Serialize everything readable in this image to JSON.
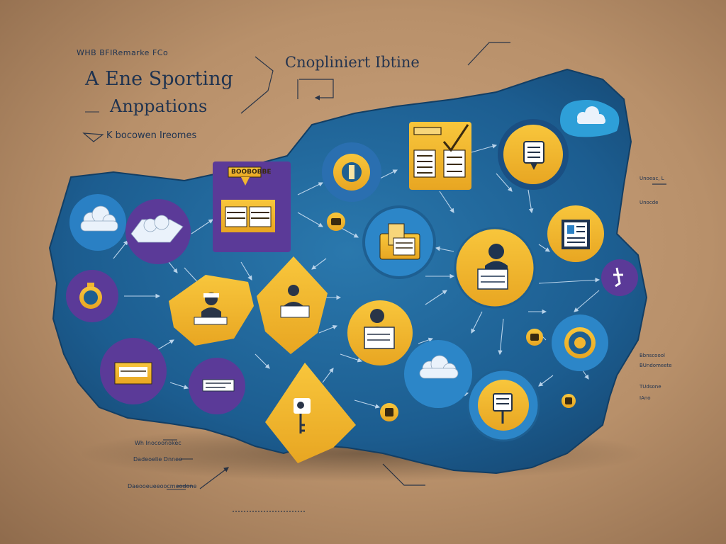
{
  "header": {
    "top_caption": "WHB BFIRemarke FCo",
    "title_line1": "A Ene Sporting",
    "title_line2": "Anppations",
    "sub_caption": "K bocowen Ireomes",
    "right_title": "Cnopliniert Ibtine"
  },
  "badge": {
    "label": "BOOBOBBE"
  },
  "footnotes": [
    "Wh Inocoonokec",
    "Dadeoelie Dnnee",
    "Daeooeueeoocmeodone"
  ],
  "side_notes": [
    "Unoeac, L",
    "Unocde",
    "Bbnscoool",
    "BUndomeete",
    "TUdsone",
    "IAno"
  ],
  "colors": {
    "map": "#1e5f91",
    "map_dark": "#163f66",
    "accent_yellow": "#f2b630",
    "accent_purple": "#5e3b9c",
    "accent_blue": "#1f74b8",
    "background": "#c19a74"
  },
  "nodes": [
    {
      "name": "cloud-node-top-right",
      "shape": "cloud",
      "icon": "cloud-icon"
    },
    {
      "name": "document-check-node",
      "shape": "square",
      "icon": "document-check-icon"
    },
    {
      "name": "info-sign-node",
      "shape": "circle",
      "icon": "sign-icon"
    },
    {
      "name": "pin-number-node",
      "shape": "circle",
      "icon": "pin-icon"
    },
    {
      "name": "purple-billboard-node",
      "shape": "square",
      "icon": "billboard-icon"
    },
    {
      "name": "cloud-node-left",
      "shape": "circle",
      "icon": "cloud-icon"
    },
    {
      "name": "purple-cloud-node",
      "shape": "circle",
      "icon": "cloud-icon"
    },
    {
      "name": "small-coin-node",
      "shape": "circle",
      "icon": "coin-icon"
    },
    {
      "name": "folder-node",
      "shape": "circle",
      "icon": "folder-icon"
    },
    {
      "name": "worker-node-center",
      "shape": "circle",
      "icon": "person-icon"
    },
    {
      "name": "document-frame-node",
      "shape": "circle",
      "icon": "document-icon"
    },
    {
      "name": "cursor-node",
      "shape": "circle",
      "icon": "cursor-icon"
    },
    {
      "name": "lens-node",
      "shape": "circle",
      "icon": "magnifier-icon"
    },
    {
      "name": "engineer-node",
      "shape": "diamond",
      "icon": "person-icon"
    },
    {
      "name": "manager-node",
      "shape": "diamond",
      "icon": "person-icon"
    },
    {
      "name": "speaker-node",
      "shape": "circle",
      "icon": "person-icon"
    },
    {
      "name": "cloud-node-bottom",
      "shape": "circle",
      "icon": "cloud-icon"
    },
    {
      "name": "target-node-right",
      "shape": "circle",
      "icon": "target-icon"
    },
    {
      "name": "tiny-coin-node-right",
      "shape": "circle",
      "icon": "coin-icon"
    },
    {
      "name": "purple-card-node",
      "shape": "circle",
      "icon": "card-icon"
    },
    {
      "name": "purple-monitor-node",
      "shape": "circle",
      "icon": "monitor-icon"
    },
    {
      "name": "key-node",
      "shape": "diamond",
      "icon": "key-icon"
    },
    {
      "name": "tiny-coin-node-bottom",
      "shape": "circle",
      "icon": "coin-icon"
    },
    {
      "name": "sign-post-node",
      "shape": "circle",
      "icon": "sign-icon"
    },
    {
      "name": "tiny-coin-node-far-right",
      "shape": "circle",
      "icon": "coin-icon"
    }
  ]
}
